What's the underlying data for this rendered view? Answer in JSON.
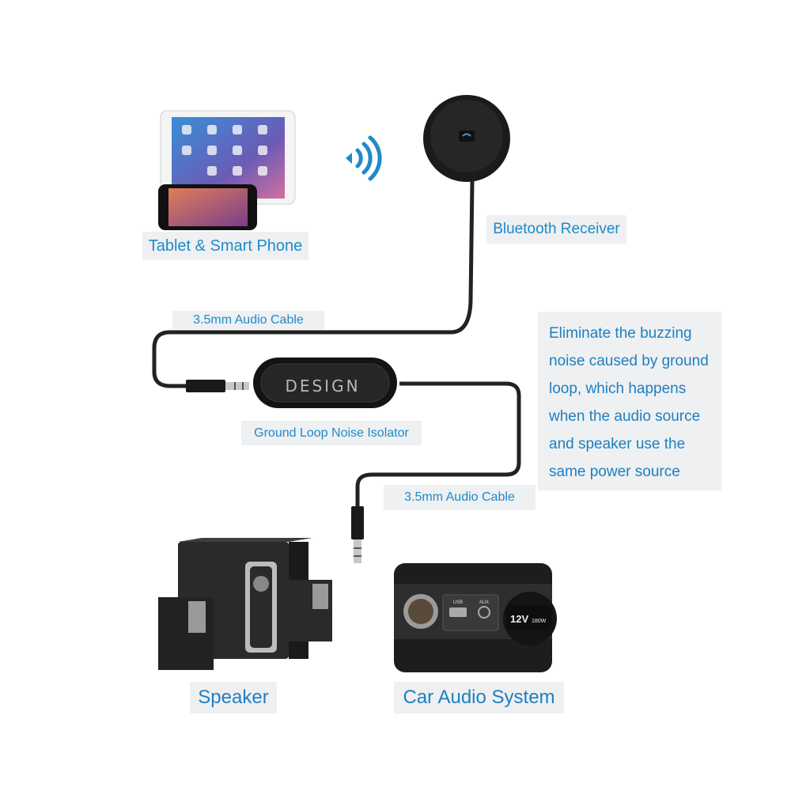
{
  "labels": {
    "devices": "Tablet & Smart Phone",
    "receiver": "Bluetooth Receiver",
    "cable_top": "3.5mm Audio Cable",
    "isolator": "Ground Loop Noise Isolator",
    "cable_bottom": "3.5mm Audio Cable",
    "speaker": "Speaker",
    "car": "Car Audio System"
  },
  "isolator_brand": "DESIGN",
  "car_panel": {
    "usb": "USB",
    "aux": "AUX",
    "socket": "12V",
    "watt": "180W"
  },
  "note": {
    "lines": [
      "Eliminate the buzzing",
      "noise caused by ground",
      "loop, which happens",
      "when the audio source",
      "and speaker use the",
      "same power source"
    ]
  },
  "colors": {
    "label_text": "#1f8ac9",
    "label_bg": "#eef0f2",
    "device": "#1a1a1a"
  }
}
